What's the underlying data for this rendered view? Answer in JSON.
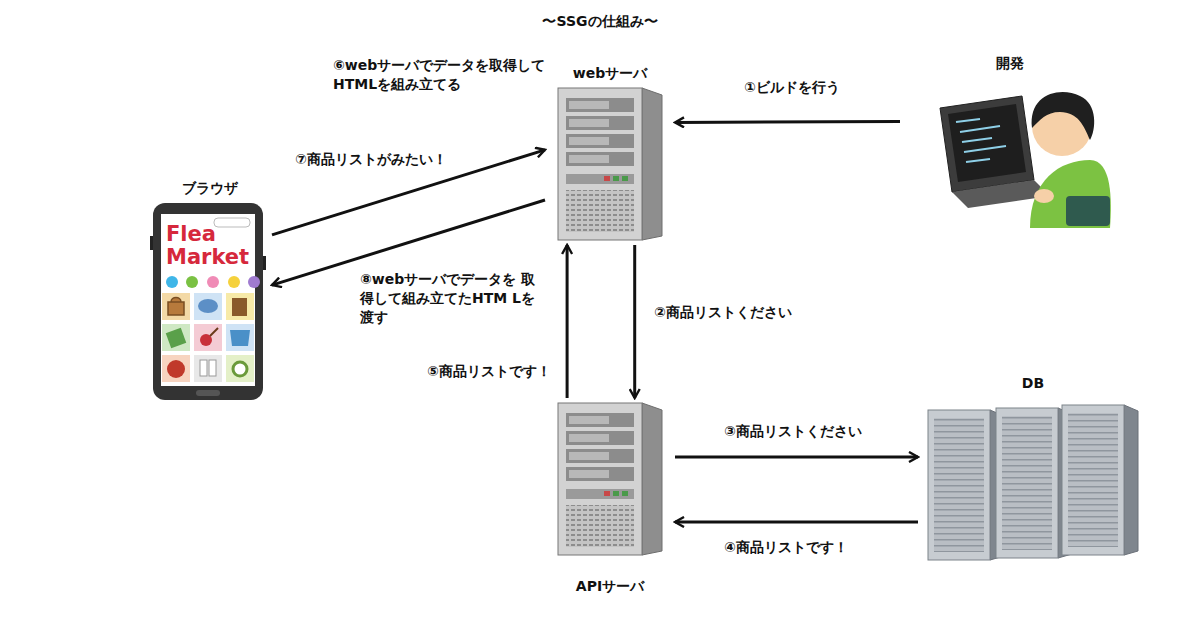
{
  "diagram": {
    "title": "〜SSGの仕組み〜",
    "nodes": [
      {
        "text": [
          "webサーバ"
        ]
      },
      {
        "text": [
          "開発"
        ]
      },
      {
        "text": [
          "ブラウザ"
        ]
      },
      {
        "text": [
          "DB"
        ]
      },
      {
        "text": [
          "APIサーバ"
        ]
      }
    ],
    "edges": [
      {
        "from": 1,
        "to": 0,
        "label": "①ビルドを行う",
        "arrow": "to"
      },
      {
        "from": 0,
        "to": 4,
        "label": "②商品リストください",
        "arrow": "to"
      },
      {
        "from": 4,
        "to": 3,
        "label": "③商品リストください",
        "arrow": "to"
      },
      {
        "from": 3,
        "to": 4,
        "label": "④商品リストです！",
        "arrow": "to"
      },
      {
        "from": 4,
        "to": 0,
        "label": "⑤商品リストです！",
        "arrow": "to"
      },
      {
        "from": 2,
        "to": 0,
        "label": "⑦商品リストがみたい！",
        "arrow": "to"
      },
      {
        "from": 0,
        "to": 2,
        "label": "⑧webサーバでデータを 取得して組み立てたHTM Lを渡す",
        "arrow": "to"
      }
    ],
    "labels": [
      "⑥webサーバでデータを取得して HTMLを組み立てる",
      "Flea",
      "Market"
    ]
  }
}
